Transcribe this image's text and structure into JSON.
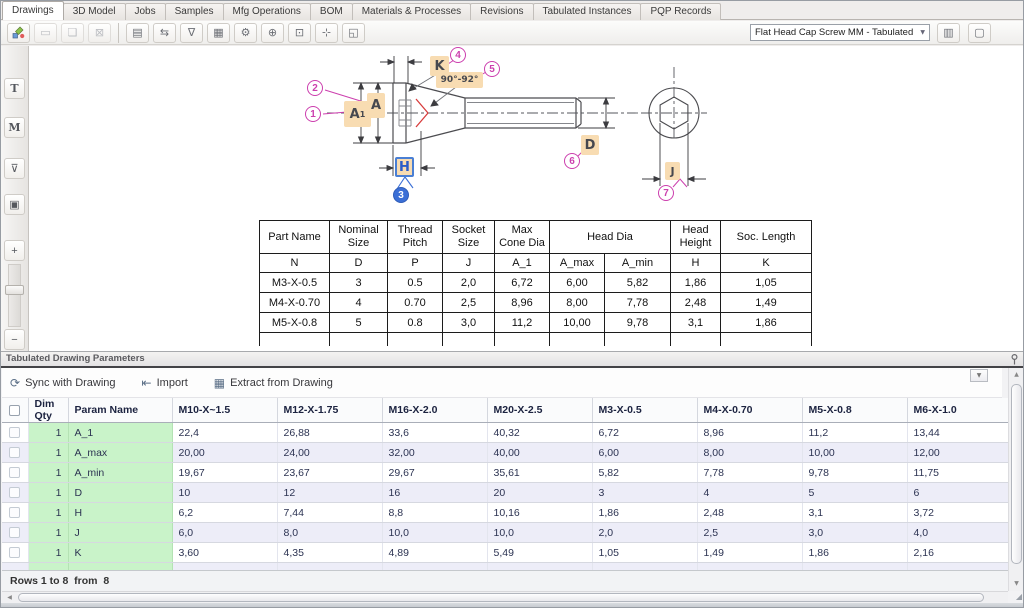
{
  "tabs": [
    {
      "label": "Drawings",
      "active": true
    },
    {
      "label": "3D Model",
      "active": false
    },
    {
      "label": "Jobs",
      "active": false
    },
    {
      "label": "Samples",
      "active": false
    },
    {
      "label": "Mfg Operations",
      "active": false
    },
    {
      "label": "BOM",
      "active": false
    },
    {
      "label": "Materials & Processes",
      "active": false
    },
    {
      "label": "Revisions",
      "active": false
    },
    {
      "label": "Tabulated Instances",
      "active": false
    },
    {
      "label": "PQP Records",
      "active": false
    }
  ],
  "toolbar": {
    "groups": [
      {
        "icons": [
          {
            "name": "import-drawing-icon",
            "glyph": "",
            "colorful": true
          },
          {
            "name": "rectangle-icon",
            "glyph": "▭",
            "disabled": true
          },
          {
            "name": "copy-icon",
            "glyph": "❏",
            "disabled": true
          },
          {
            "name": "delete-icon",
            "glyph": "⊠",
            "disabled": true
          }
        ]
      },
      {
        "icons": [
          {
            "name": "note-icon",
            "glyph": "▤"
          },
          {
            "name": "swap-arrows-icon",
            "glyph": "⇆"
          },
          {
            "name": "filter-icon",
            "glyph": "∇"
          },
          {
            "name": "grid-icon",
            "glyph": "▦"
          },
          {
            "name": "settings-gear-icon",
            "glyph": "⚙"
          },
          {
            "name": "zoom-in-icon",
            "glyph": "⊕"
          },
          {
            "name": "fit-view-icon",
            "glyph": "⊡"
          },
          {
            "name": "pan-view-icon",
            "glyph": "⊹"
          },
          {
            "name": "fullscreen-icon",
            "glyph": "◱"
          }
        ]
      }
    ],
    "instance_dropdown": {
      "value": "Flat Head Cap Screw MM - Tabulated Sa..."
    },
    "right_icons": [
      {
        "name": "report-view-icon",
        "glyph": "▥"
      },
      {
        "name": "window-view-icon",
        "glyph": "▢"
      }
    ]
  },
  "side_toolbar": {
    "tools": [
      {
        "name": "text-tool-icon",
        "glyph": "T",
        "serif": true
      },
      {
        "name": "markup-tool-icon",
        "glyph": "M",
        "serif": true
      },
      {
        "name": "measure-tool-icon",
        "glyph": "⊽",
        "serif": false
      },
      {
        "name": "stamp-tool-icon",
        "glyph": "▣",
        "serif": false
      }
    ],
    "zoom_in": "+",
    "zoom_out": "−"
  },
  "drawing": {
    "balloons": {
      "b1": "1",
      "b2": "2",
      "b3": "3",
      "b4": "4",
      "b5": "5",
      "b6": "6",
      "b7": "7"
    },
    "labels": {
      "a": "A",
      "a1_base": "A",
      "a1_sub": "1",
      "k": "K",
      "angle": "90°-92°",
      "h": "H",
      "d": "D",
      "j": "J"
    },
    "table": {
      "header_groups": [
        {
          "label": "Part Name",
          "span": 1
        },
        {
          "label": "Nominal Size",
          "span": 1
        },
        {
          "label": "Thread Pitch",
          "span": 1
        },
        {
          "label": "Socket Size",
          "span": 1
        },
        {
          "label": "Max Cone Dia",
          "span": 1
        },
        {
          "label": "Head Dia",
          "span": 2
        },
        {
          "label": "Head Height",
          "span": 1
        },
        {
          "label": "Soc. Length",
          "span": 1
        }
      ],
      "sub_headers": [
        "N",
        "D",
        "P",
        "J",
        "A_1",
        "A_max",
        "A_min",
        "H",
        "K"
      ],
      "rows": [
        [
          "M3-X-0.5",
          "3",
          "0.5",
          "2,0",
          "6,72",
          "6,00",
          "5,82",
          "1,86",
          "1,05"
        ],
        [
          "M4-X-0.70",
          "4",
          "0.70",
          "2,5",
          "8,96",
          "8,00",
          "7,78",
          "2,48",
          "1,49"
        ],
        [
          "M5-X-0.8",
          "5",
          "0.8",
          "3,0",
          "11,2",
          "10,00",
          "9,78",
          "3,1",
          "1,86"
        ]
      ]
    }
  },
  "bottom_panel": {
    "title": "Tabulated Drawing Parameters",
    "buttons": [
      {
        "name": "sync-with-drawing-button",
        "glyph": "⟳",
        "label": "Sync with Drawing"
      },
      {
        "name": "import-button",
        "glyph": "⇤",
        "label": "Import"
      },
      {
        "name": "extract-from-drawing-button",
        "glyph": "▦",
        "label": "Extract from Drawing"
      }
    ],
    "grid": {
      "columns": [
        "Dim Qty",
        "Param Name",
        "M10-X~1.5",
        "M12-X-1.75",
        "M16-X-2.0",
        "M20-X-2.5",
        "M3-X-0.5",
        "M4-X-0.70",
        "M5-X-0.8",
        "M6-X-1.0"
      ],
      "rows": [
        {
          "qty": "1",
          "param": "A_1",
          "values": [
            "22,4",
            "26,88",
            "33,6",
            "40,32",
            "6,72",
            "8,96",
            "11,2",
            "13,44"
          ]
        },
        {
          "qty": "1",
          "param": "A_max",
          "values": [
            "20,00",
            "24,00",
            "32,00",
            "40,00",
            "6,00",
            "8,00",
            "10,00",
            "12,00"
          ]
        },
        {
          "qty": "1",
          "param": "A_min",
          "values": [
            "19,67",
            "23,67",
            "29,67",
            "35,61",
            "5,82",
            "7,78",
            "9,78",
            "11,75"
          ]
        },
        {
          "qty": "1",
          "param": "D",
          "values": [
            "10",
            "12",
            "16",
            "20",
            "3",
            "4",
            "5",
            "6"
          ]
        },
        {
          "qty": "1",
          "param": "H",
          "values": [
            "6,2",
            "7,44",
            "8,8",
            "10,16",
            "1,86",
            "2,48",
            "3,1",
            "3,72"
          ]
        },
        {
          "qty": "1",
          "param": "J",
          "values": [
            "6,0",
            "8,0",
            "10,0",
            "10,0",
            "2,0",
            "2,5",
            "3,0",
            "4,0"
          ]
        },
        {
          "qty": "1",
          "param": "K",
          "values": [
            "3,60",
            "4,35",
            "4,89",
            "5,49",
            "1,05",
            "1,49",
            "1,86",
            "2,16"
          ]
        }
      ],
      "status": "Rows 1 to 8  from  8"
    }
  },
  "icons": {
    "up": "▲",
    "down": "▼",
    "left": "◀",
    "grip": "◢"
  },
  "colors": {
    "balloon_magenta": "#cc3fae",
    "selection_blue": "#3b6fd6",
    "dim_highlight": "#f8dcb2",
    "row_green": "#c9f3c9",
    "stripe_lavender": "#ededf8",
    "cone_red": "#d83c3c"
  }
}
